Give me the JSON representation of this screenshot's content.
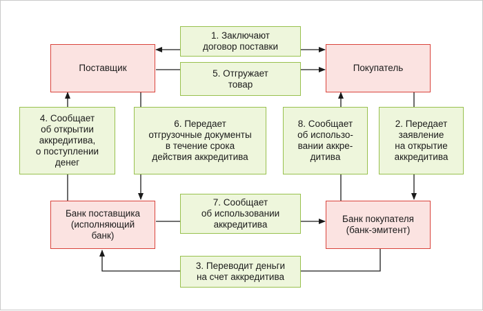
{
  "nodes": {
    "supplier": "Поставщик",
    "buyer": "Покупатель",
    "supplier_bank": "Банк поставщика\n(исполняющий\nбанк)",
    "buyer_bank": "Банк покупателя\n(банк-эмитент)"
  },
  "steps": {
    "s1": "1. Заключают\nдоговор поставки",
    "s2": "2. Передает\nзаявление\nна открытие\nаккредитива",
    "s3": "3. Переводит деньги\nна счет аккредитива",
    "s4": "4. Сообщает\nоб открытии\nаккредитива,\nо поступлении\nденег",
    "s5": "5. Отгружает\nтовар",
    "s6": "6. Передает\nотгрузочные документы\nв течение срока\nдействия аккредитива",
    "s7": "7. Сообщает\nоб использовании\nаккредитива",
    "s8": "8. Сообщает\nоб использо-\nвании аккре-\nдитива"
  },
  "colors": {
    "party_fill": "#fbe3e1",
    "party_border": "#d9423a",
    "step_fill": "#eef6dc",
    "step_border": "#97c04c",
    "arrow": "#1a1a1a"
  }
}
